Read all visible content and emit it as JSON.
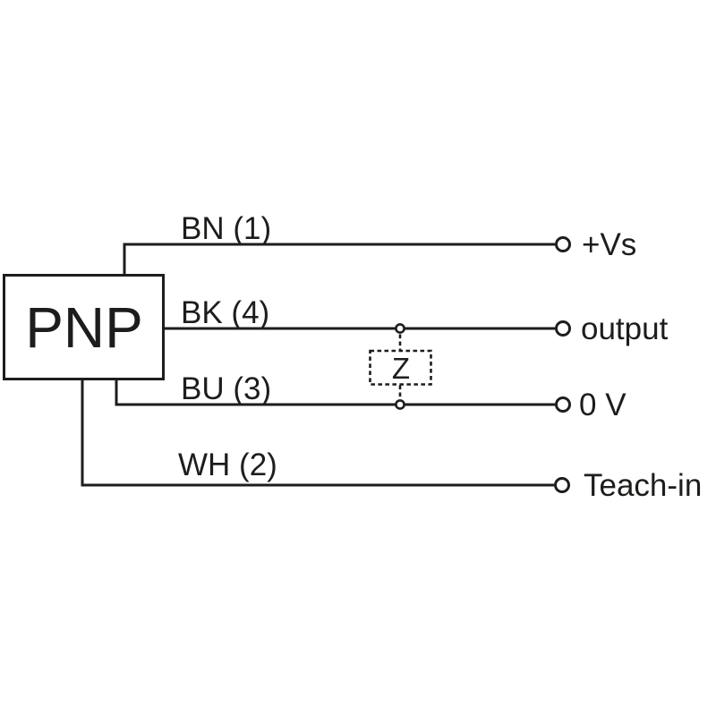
{
  "colors": {
    "ink": "#1d1d1b",
    "background": "#ffffff"
  },
  "device": {
    "label": "PNP"
  },
  "wires": [
    {
      "id": "bn",
      "wire_label": "BN (1)",
      "terminal_label": "+Vs"
    },
    {
      "id": "bk",
      "wire_label": "BK (4)",
      "terminal_label": "output"
    },
    {
      "id": "bu",
      "wire_label": "BU (3)",
      "terminal_label": "0 V"
    },
    {
      "id": "wh",
      "wire_label": "WH (2)",
      "terminal_label": "Teach-in"
    }
  ],
  "load": {
    "label": "Z"
  }
}
